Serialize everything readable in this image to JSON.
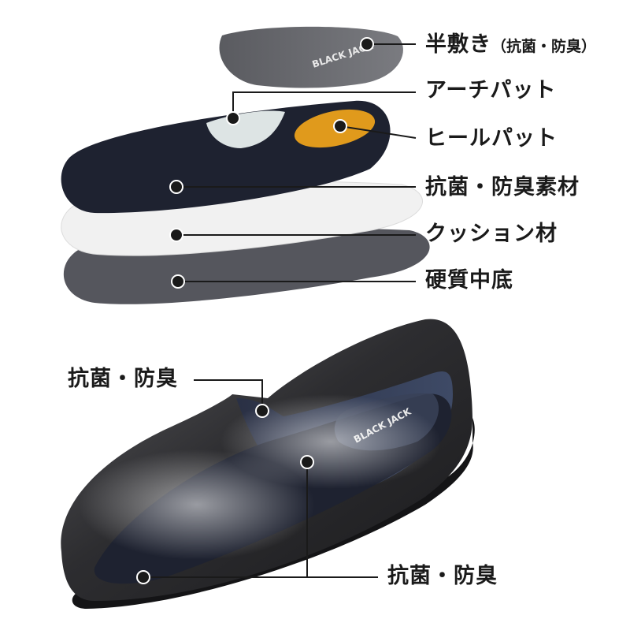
{
  "labels": {
    "half_insole": "半敷き",
    "half_insole_note": "（抗菌・防臭）",
    "arch_pad": "アーチパット",
    "heel_pad": "ヒールパット",
    "antibac_material": "抗菌・防臭素材",
    "cushion": "クッション材",
    "hard_midsole": "硬質中底",
    "shoe_lining": "抗菌・防臭",
    "shoe_insole": "抗菌・防臭"
  },
  "brand": {
    "logo_text": "BLACK JACK"
  },
  "colors": {
    "leather": "#2b2b2d",
    "navy_layer": "#1e2230",
    "heel_pad": "#e09a1c",
    "cushion": "#f1f1f1",
    "midsole": "#55565d",
    "half_insole": "#6b6c70",
    "arch_pad": "#dde4e4",
    "text": "#1a1a1a"
  }
}
